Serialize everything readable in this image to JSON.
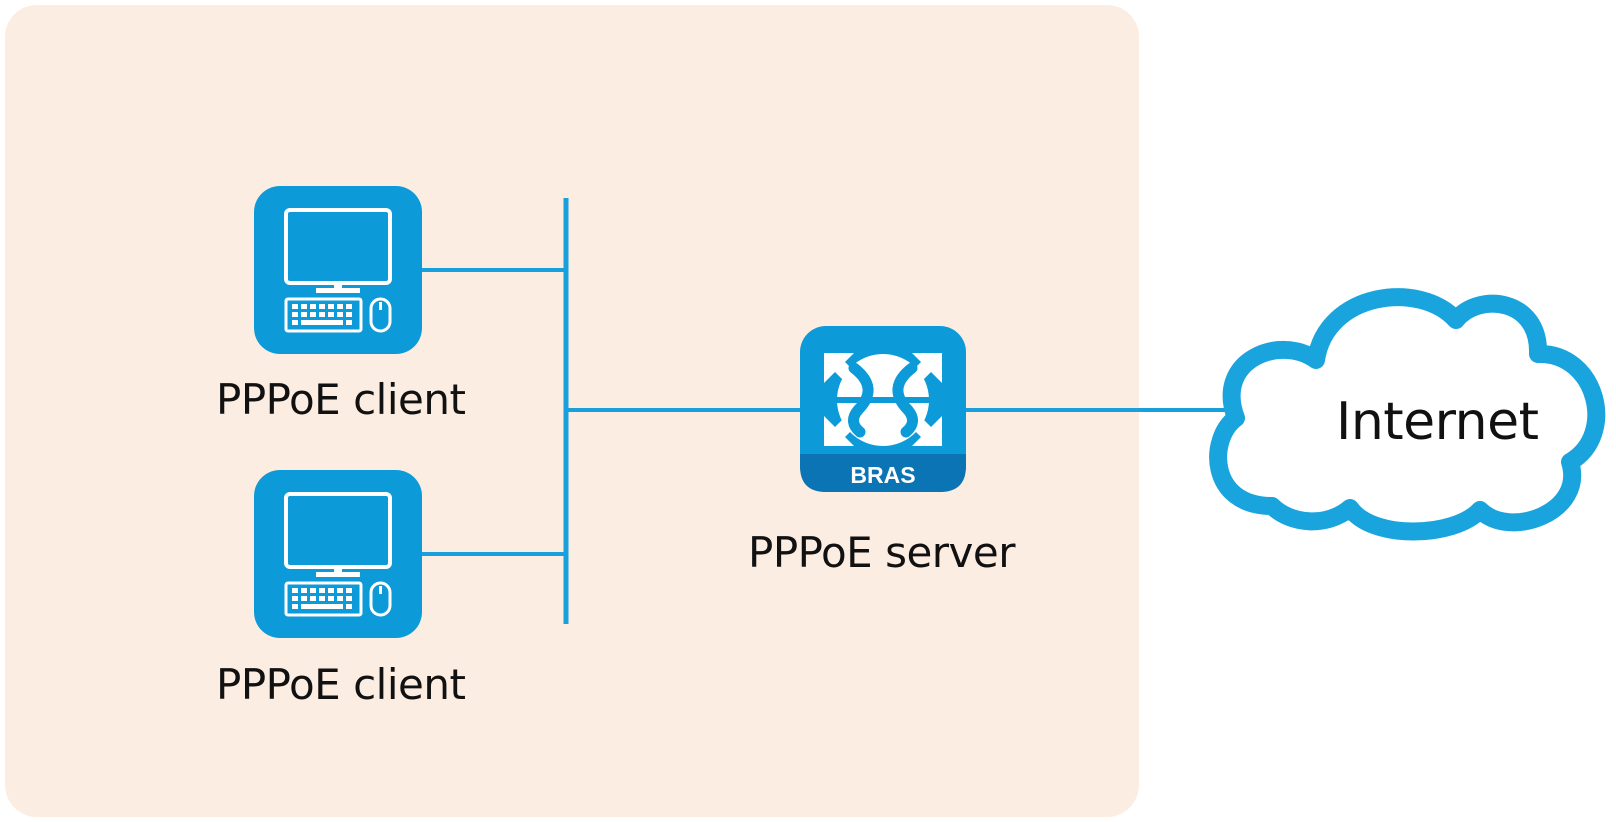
{
  "colors": {
    "lan_background": "#fcede2",
    "device_blue": "#0d9ad8",
    "device_dark_blue": "#0b74b4",
    "link_blue": "#17a0dc",
    "cloud_stroke": "#1aa4de"
  },
  "nodes": {
    "client_1": {
      "label": "PPPoE client",
      "icon": "computer-terminal-icon"
    },
    "client_2": {
      "label": "PPPoE client",
      "icon": "computer-terminal-icon"
    },
    "server": {
      "label": "PPPoE server",
      "icon": "bras-router-icon",
      "badge": "BRAS"
    },
    "internet": {
      "label": "Internet",
      "icon": "cloud-icon"
    }
  },
  "links": [
    {
      "from": "client_1",
      "to": "lan-bus"
    },
    {
      "from": "client_2",
      "to": "lan-bus"
    },
    {
      "from": "lan-bus",
      "to": "server"
    },
    {
      "from": "server",
      "to": "internet"
    }
  ]
}
